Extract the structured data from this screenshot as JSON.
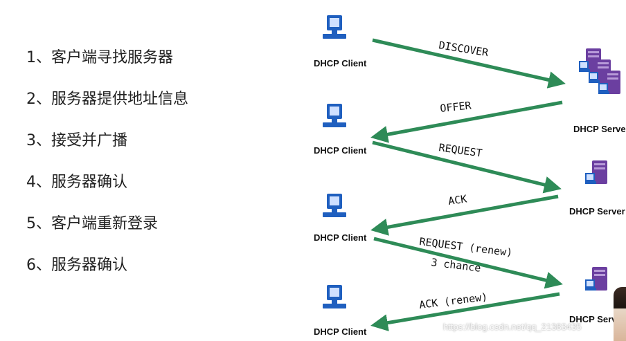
{
  "steps": [
    "1、客户端寻找服务器",
    "2、服务器提供地址信息",
    "3、接受并广播",
    "4、服务器确认",
    "5、客户端重新登录",
    "6、服务器确认"
  ],
  "nodes": {
    "client_label": "DHCP Client",
    "server_label": "DHCP Server"
  },
  "messages": [
    {
      "label": "DISCOVER",
      "direction": "client-to-server"
    },
    {
      "label": "OFFER",
      "direction": "server-to-client"
    },
    {
      "label": "REQUEST",
      "direction": "client-to-server"
    },
    {
      "label": "ACK",
      "direction": "server-to-client"
    },
    {
      "label": "REQUEST (renew)",
      "sublabel": "3 chance",
      "direction": "client-to-server"
    },
    {
      "label": "ACK (renew)",
      "direction": "server-to-client"
    }
  ],
  "watermark": "https://blog.csdn.net/qq_21383435",
  "colors": {
    "arrow": "#2e8b57",
    "client_icon": "#1f5fbf",
    "server_icon": "#6b3fa0"
  }
}
